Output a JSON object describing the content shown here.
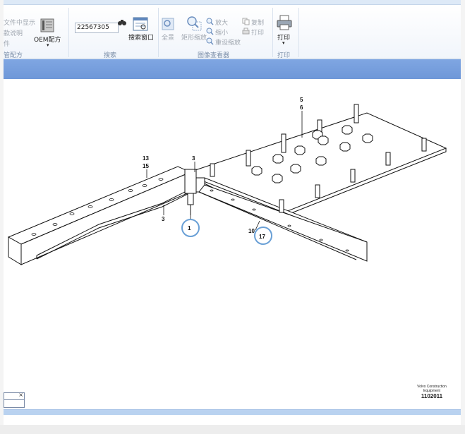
{
  "ribbon": {
    "left_items": [
      "文件中显示",
      "款说明",
      "件"
    ],
    "left_group_label": "管配方",
    "oem_label": "OEM配方",
    "search_value": "22567305",
    "search_window_label": "搜索窗口",
    "search_group_label": "搜索",
    "viewer": {
      "full_label": "全景",
      "rect_zoom_label": "矩形缩放",
      "zoom_in_label": "放大",
      "zoom_out_label": "缩小",
      "reset_zoom_label": "重设缩放",
      "copy_label": "复制",
      "print_small_label": "打印",
      "group_label": "图像查看器"
    },
    "print": {
      "label": "打印",
      "group_label": "打印"
    }
  },
  "drawing": {
    "callouts": {
      "c13": "13",
      "c15": "15",
      "c3a": "3",
      "c3b": "3",
      "c5": "5",
      "c6": "6",
      "c1": "1",
      "c10": "10",
      "c17": "17"
    },
    "watermark_line1": "Volvo Construction",
    "watermark_line2": "Equipment",
    "drawing_number": "1102011"
  },
  "colors": {
    "ribbon_bg": "#f1f5fb",
    "blue_band": "#7fa6e2",
    "bottom_band": "#b9d2f0",
    "callout_circle": "#6aa0d6"
  }
}
